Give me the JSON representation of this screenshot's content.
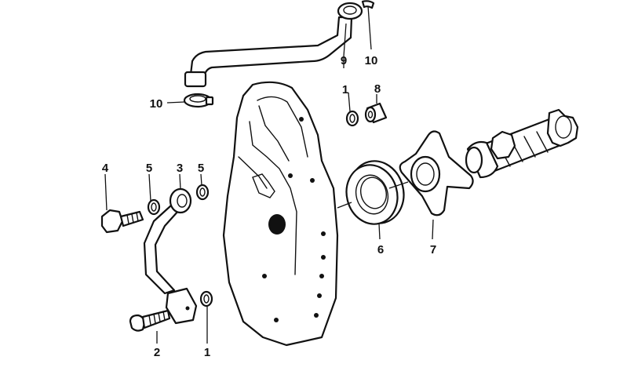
{
  "callouts": [
    {
      "id": "c1a",
      "text": "1"
    },
    {
      "id": "c1b",
      "text": "1"
    },
    {
      "id": "c2",
      "text": "2"
    },
    {
      "id": "c3",
      "text": "3"
    },
    {
      "id": "c4",
      "text": "4"
    },
    {
      "id": "c5a",
      "text": "5"
    },
    {
      "id": "c5b",
      "text": "5"
    },
    {
      "id": "c6",
      "text": "6"
    },
    {
      "id": "c7",
      "text": "7"
    },
    {
      "id": "c8",
      "text": "8"
    },
    {
      "id": "c9",
      "text": "9"
    },
    {
      "id": "c10a",
      "text": "10"
    },
    {
      "id": "c10b",
      "text": "10"
    }
  ]
}
